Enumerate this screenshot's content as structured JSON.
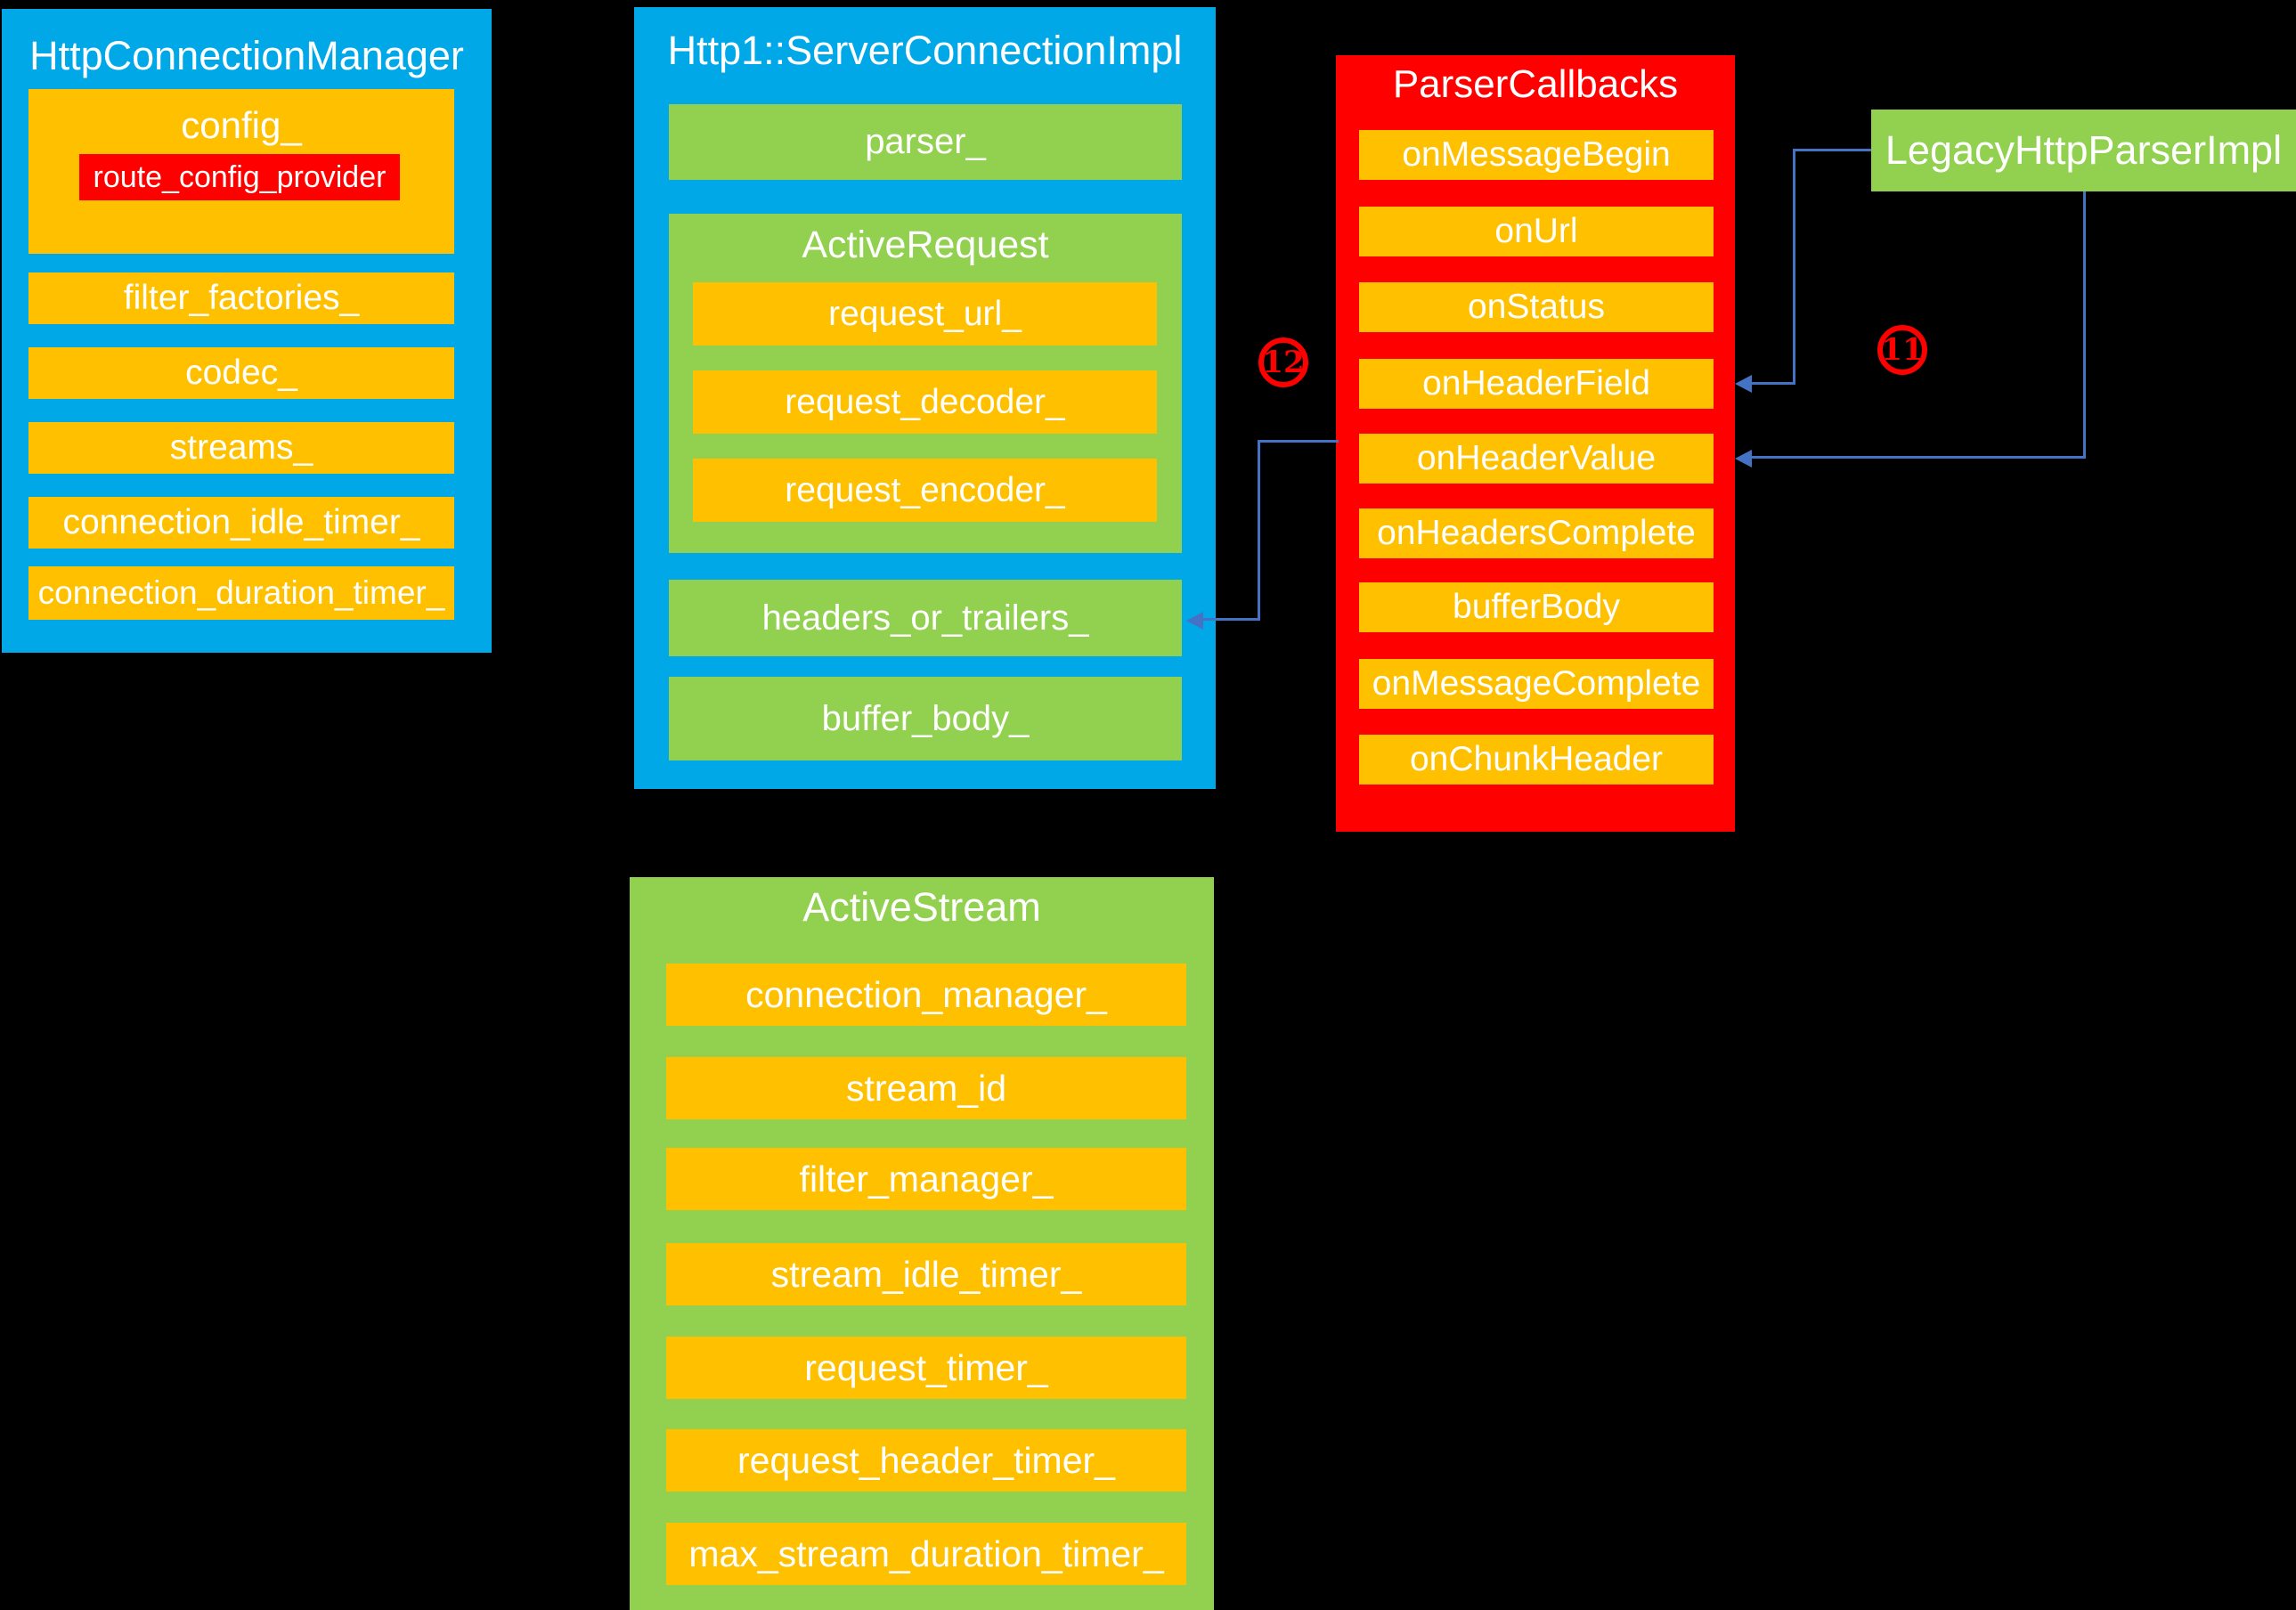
{
  "colors": {
    "bg": "#000000",
    "blue": "#00A8E8",
    "orange": "#FFC000",
    "green": "#92D050",
    "red": "#FF0000",
    "line": "#4472C4",
    "text": "#FFFFFF"
  },
  "hcm": {
    "title": "HttpConnectionManager",
    "config_label": "config_",
    "route_config_provider": "route_config_provider",
    "items": [
      "filter_factories_",
      "codec_",
      "streams_",
      "connection_idle_timer_",
      "connection_duration_timer_"
    ]
  },
  "sci": {
    "title": "Http1::ServerConnectionImpl",
    "parser": "parser_",
    "active_request": {
      "title": "ActiveRequest",
      "items": [
        "request_url_",
        "request_decoder_",
        "request_encoder_"
      ]
    },
    "headers_or_trailers": "headers_or_trailers_",
    "buffer_body": "buffer_body_"
  },
  "pcb": {
    "title": "ParserCallbacks",
    "items": [
      "onMessageBegin",
      "onUrl",
      "onStatus",
      "onHeaderField",
      "onHeaderValue",
      "onHeadersComplete",
      "bufferBody",
      "onMessageComplete",
      "onChunkHeader"
    ]
  },
  "legacy": {
    "title": "LegacyHttpParserImpl"
  },
  "astream": {
    "title": "ActiveStream",
    "items": [
      "connection_manager_",
      "stream_id",
      "filter_manager_",
      "stream_idle_timer_",
      "request_timer_",
      "request_header_timer_",
      "max_stream_duration_timer_"
    ]
  },
  "annotations": {
    "step11": "11",
    "step12": "12"
  }
}
